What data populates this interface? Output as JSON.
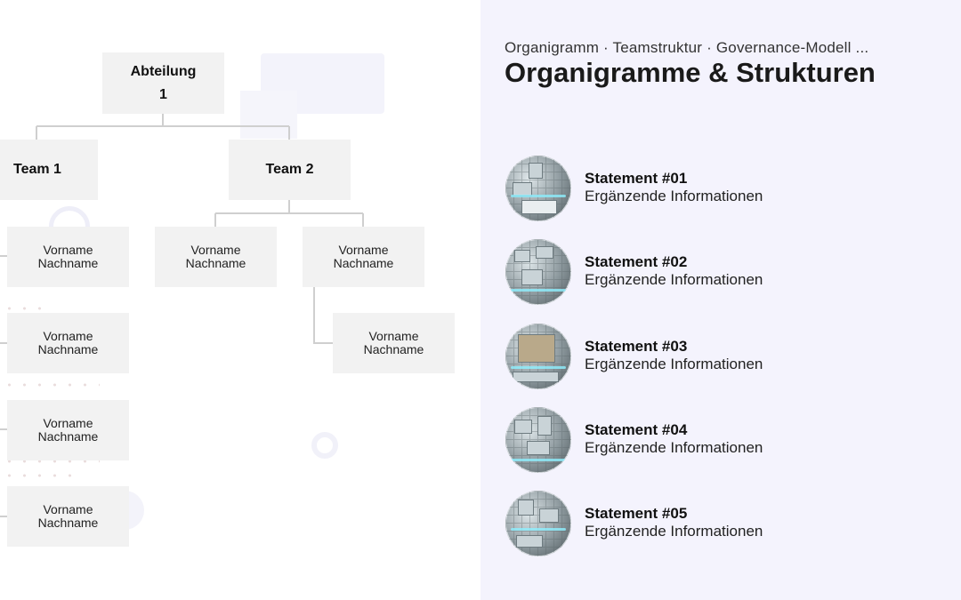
{
  "header": {
    "subtitle": "Organigramm · Teamstruktur · Governance-Modell  ...",
    "title": "Organigramme & Strukturen"
  },
  "org_chart": {
    "department": {
      "line1": "Abteilung",
      "line2": "1"
    },
    "team1": "Team 1",
    "team2": "Team 2",
    "team1_members": [
      {
        "first": "Vorname",
        "last": "Nachname"
      },
      {
        "first": "Vorname",
        "last": "Nachname"
      },
      {
        "first": "Vorname",
        "last": "Nachname"
      },
      {
        "first": "Vorname",
        "last": "Nachname"
      }
    ],
    "team2_members": [
      {
        "first": "Vorname",
        "last": "Nachname"
      },
      {
        "first": "Vorname",
        "last": "Nachname"
      },
      {
        "first": "Vorname",
        "last": "Nachname"
      }
    ]
  },
  "statements": [
    {
      "title": "Statement #01",
      "text": "Ergänzende Informationen",
      "icon": "circuit-board-image"
    },
    {
      "title": "Statement #02",
      "text": "Ergänzende Informationen",
      "icon": "circuit-board-image"
    },
    {
      "title": "Statement #03",
      "text": "Ergänzende Informationen",
      "icon": "cpu-chip-image"
    },
    {
      "title": "Statement #04",
      "text": "Ergänzende Informationen",
      "icon": "circuit-board-image"
    },
    {
      "title": "Statement #05",
      "text": "Ergänzende Informationen",
      "icon": "circuit-board-image"
    }
  ],
  "colors": {
    "panel_background": "#f4f3fd",
    "box_fill": "#f2f2f2",
    "connector_line": "#cfcfcf"
  }
}
